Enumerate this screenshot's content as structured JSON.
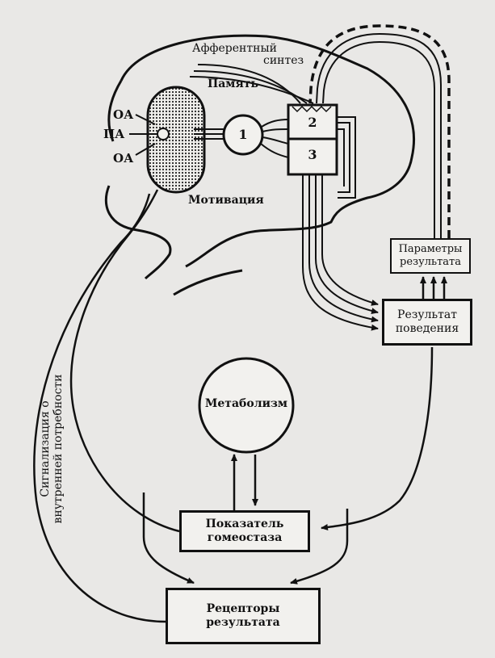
{
  "labels": {
    "afferent_line1": "Афферентный",
    "afferent_line2": "синтез",
    "memory": "Память",
    "oa_top": "ОА",
    "pa": "ПА",
    "oa_bottom": "ОА",
    "motivation": "Мотивация",
    "block1": "1",
    "block2": "2",
    "block3": "3",
    "signal_line1": "Сигнализация о",
    "signal_line2": "внутренней потребности"
  },
  "boxes": {
    "params_line1": "Параметры",
    "params_line2": "результата",
    "behavior_line1": "Результат",
    "behavior_line2": "поведения",
    "metabolism": "Метаболизм",
    "homeostasis_line1": "Показатель",
    "homeostasis_line2": "гомеостаза",
    "receptors_line1": "Рецепторы",
    "receptors_line2": "результата"
  },
  "colors": {
    "ink": "#111111",
    "paper": "#e9e8e6"
  }
}
